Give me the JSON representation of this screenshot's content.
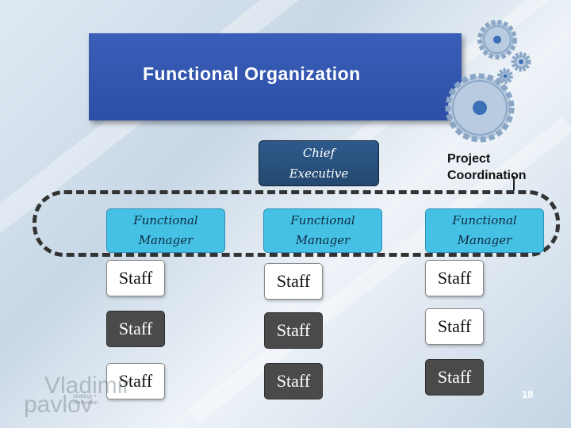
{
  "slide": {
    "title": "Functional Organization",
    "page_number": "18"
  },
  "chart": {
    "chief_executive": "Chief\nExecutive",
    "project_coordination": "Project\nCoordination",
    "functional_managers": [
      "Functional\nManager",
      "Functional\nManager",
      "Functional\nManager"
    ],
    "staff_label": "Staff"
  },
  "branding": {
    "watermark_name_line1": "Vladimir",
    "watermark_name_line2": "pavlov",
    "watermark_tag_line1": "strategy •",
    "watermark_tag_line2": "innovation"
  },
  "colors": {
    "title_banner": "#2c4ea6",
    "chief_executive_fill": "#2e5a8c",
    "functional_manager_fill": "#46c1e6",
    "staff_dark_fill": "#4a4a4a"
  },
  "icons": [
    "gear-icon"
  ]
}
